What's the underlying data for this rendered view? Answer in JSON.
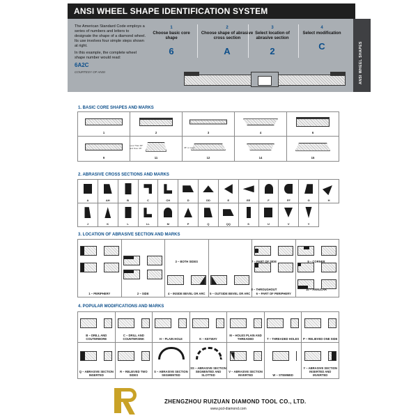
{
  "header": {
    "title": "ANSI WHEEL SHAPE IDENTIFICATION SYSTEM"
  },
  "intro": {
    "paragraph1": "The American Standard Code employs a series of numbers and letters to designate the shape of a diamond wheel. Its use involves four simple steps shown at right.",
    "paragraph2": "In this example, the complete wheel shape number would read:",
    "example_code": "6A2C",
    "courtesy": "COURTESY OF ANSI"
  },
  "steps": [
    {
      "num": "1",
      "label": "Choose basic core shape",
      "code": "6"
    },
    {
      "num": "2",
      "label": "Choose shape of abrasive cross section",
      "code": "A"
    },
    {
      "num": "3",
      "label": "Select location of abrasive section",
      "code": "2"
    },
    {
      "num": "4",
      "label": "Select modification",
      "code": "C"
    }
  ],
  "side_tab": "ANSI WHEEL SHAPES",
  "section1": {
    "title": "1. BASIC CORE SHAPES AND MARKS",
    "row1": [
      "1",
      "2",
      "3",
      "4",
      "6"
    ],
    "row2": [
      "9",
      "11",
      "12",
      "14",
      "15"
    ],
    "note_11": "Less Than 90° and Over 45°",
    "note_12": "45° or Less"
  },
  "section2": {
    "title": "2. ABRASIVE CROSS SECTIONS AND MARKS",
    "row1": [
      "A",
      "AH",
      "B",
      "C",
      "CH",
      "D",
      "DD",
      "E",
      "EE",
      "F",
      "FF",
      "G",
      "H"
    ],
    "row2": [
      "J",
      "K",
      "L",
      "LL",
      "M",
      "P",
      "Q",
      "QQ",
      "S",
      "U",
      "V",
      "Y"
    ]
  },
  "section3": {
    "title": "3. LOCATION OF ABRASIVE SECTION AND MARKS",
    "labels": [
      "1 – PERIPHERY",
      "2 – SIDE",
      "3 – BOTH SIDES",
      "4 – INSIDE BEVEL OR ARC",
      "5 – OUTSIDE BEVEL OR ARC",
      "6 – PART OF PERIPHERY",
      "7 – PART OF SIDE",
      "8 – THROUGHOUT",
      "9 – CORNER",
      "10 – ANNULAR"
    ]
  },
  "section4": {
    "title": "4. POPULAR MODIFICATIONS AND MARKS",
    "row1": [
      "B – DRILL AND COUTERBORE",
      "C – DRILL AND COUNTERSINK",
      "H – PLAIN HOLE",
      "K – KEYWAY",
      "M – HOLES PLAIN AND THREADED",
      "T – THREADED HOLES",
      "P – RELIEVED ONE SIDE"
    ],
    "row2": [
      "Q – ABRASIVE SECTION INSERTED",
      "R – RELIEVED TWO SIDES",
      "S – ABRASIVE SECTION SEGMENTED",
      "SS – ABRASIVE SECTION SEGMENTED AND SLOTTED",
      "V – ABRASIVE SECTION INVERTED",
      "W – STEMMED",
      "Y – ABRASIVE SECTION INSERTED AND INVERTED"
    ]
  },
  "footer": {
    "company": "ZHENGZHOU RUIZUAN DIAMOND TOOL CO., LTD.",
    "website": "www.pcd-diamond.com"
  },
  "colors": {
    "accent_blue": "#0d4f8b",
    "header_bg": "#1f1f1f",
    "panel_grey": "#a9aeb3",
    "logo_gold": "#c9a227"
  }
}
